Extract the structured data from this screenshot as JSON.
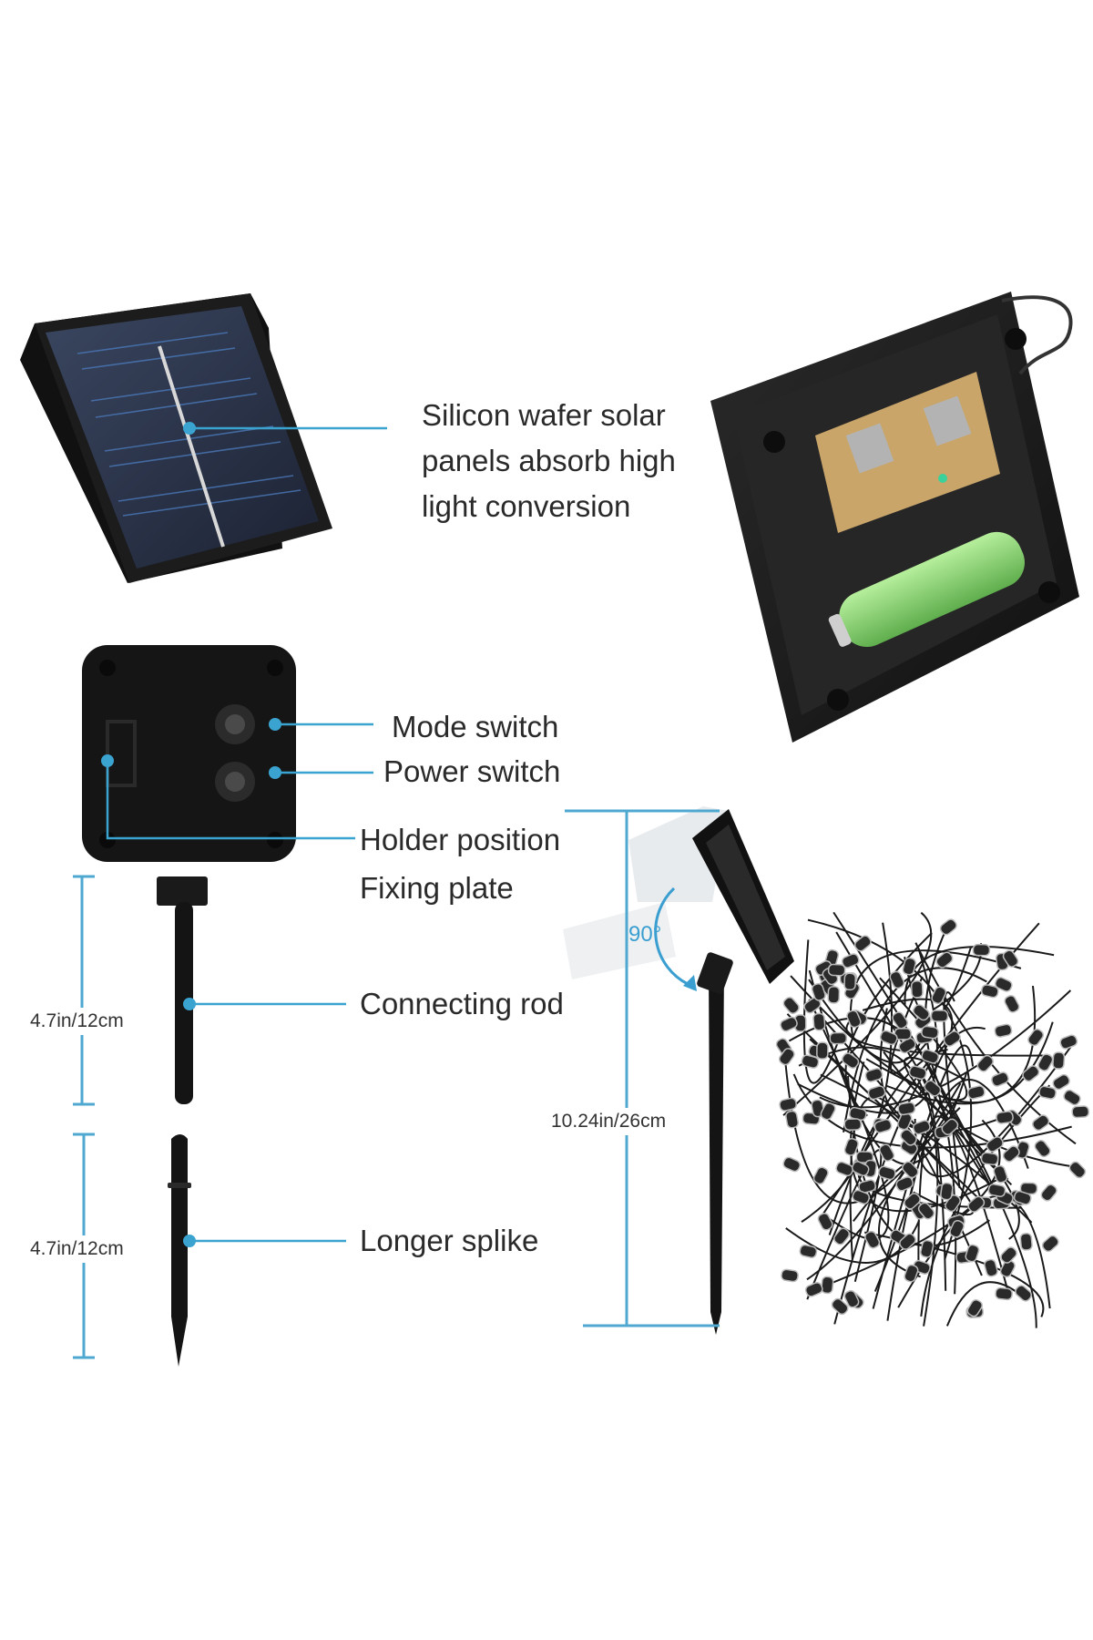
{
  "callouts": {
    "solar_panel_lines": [
      "Silicon wafer solar",
      "panels absorb high",
      "light conversion"
    ],
    "mode_switch": "Mode switch",
    "power_switch": "Power switch",
    "holder_position": "Holder position",
    "fixing_plate": "Fixing plate",
    "connecting_rod": "Connecting rod",
    "longer_spike": "Longer splike"
  },
  "dimensions": {
    "rod_length": "4.7in/12cm",
    "spike_length": "4.7in/12cm",
    "total_height": "10.24in/26cm",
    "tilt_angle": "90°"
  },
  "colors": {
    "callout_line": "#3aa3cf",
    "dimension_line": "#4fa8d0",
    "panel_frame": "#1e1e1e",
    "panel_cell": "#2b3a55",
    "battery": "#8fd67a",
    "pcb": "#c9a56a"
  }
}
